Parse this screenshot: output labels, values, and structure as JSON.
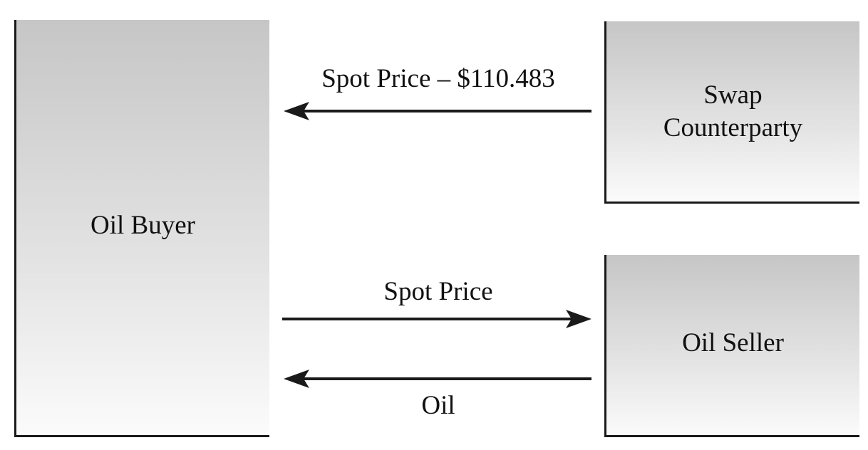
{
  "entities": {
    "buyer": "Oil Buyer",
    "counterparty": "Swap\nCounterparty",
    "seller": "Oil Seller"
  },
  "flows": {
    "counterparty_to_buyer": "Spot Price – $110.483",
    "buyer_to_seller": "Spot Price",
    "seller_to_buyer": "Oil"
  },
  "colors": {
    "line": "#1a1a1a",
    "box_top": "#c6c6c6",
    "box_bottom": "#fbfbfb"
  }
}
